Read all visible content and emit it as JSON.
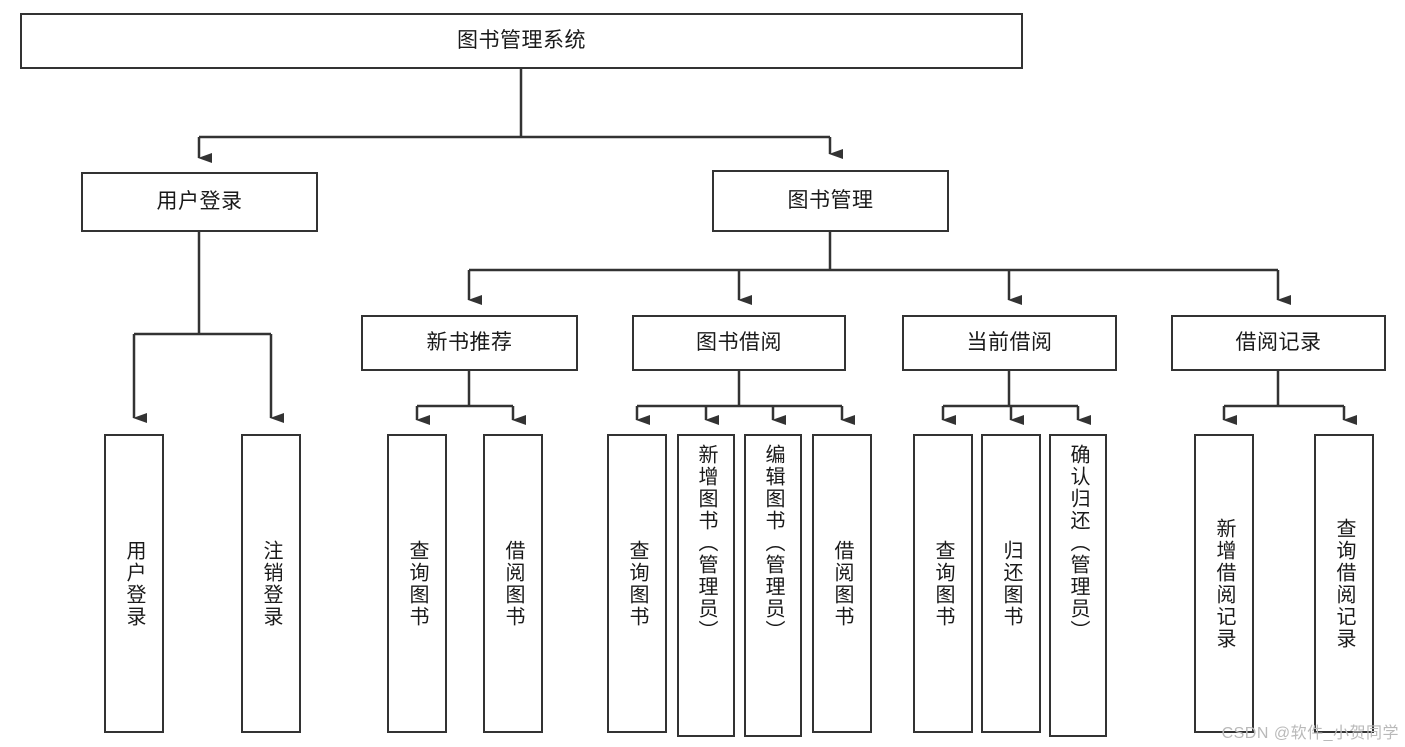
{
  "diagram": {
    "title": "图书管理系统",
    "type": "hierarchy-tree",
    "style": {
      "box_border_color": "#333333",
      "box_fill_color": "#ffffff",
      "connector_color": "#333333",
      "background_color": "#ffffff",
      "text_color": "#1a1a1a",
      "watermark_color": "#b9b9b9"
    },
    "levels": {
      "level0": [
        {
          "id": "root",
          "label": "图书管理系统",
          "orientation": "horizontal"
        }
      ],
      "level1": [
        {
          "id": "user-login",
          "label": "用户登录",
          "orientation": "horizontal"
        },
        {
          "id": "book-manage",
          "label": "图书管理",
          "orientation": "horizontal"
        }
      ],
      "level2": [
        {
          "id": "new-book-rec",
          "label": "新书推荐",
          "orientation": "horizontal"
        },
        {
          "id": "book-borrow",
          "label": "图书借阅",
          "orientation": "horizontal"
        },
        {
          "id": "current-borrow",
          "label": "当前借阅",
          "orientation": "horizontal"
        },
        {
          "id": "borrow-record",
          "label": "借阅记录",
          "orientation": "horizontal"
        }
      ],
      "level3": [
        {
          "id": "leaf-user-login",
          "label": "用户登录",
          "parent": "user-login",
          "orientation": "vertical"
        },
        {
          "id": "leaf-logout-login",
          "label": "注销登录",
          "parent": "user-login",
          "orientation": "vertical"
        },
        {
          "id": "leaf-query-book-1",
          "label": "查询图书",
          "parent": "new-book-rec",
          "orientation": "vertical"
        },
        {
          "id": "leaf-borrow-book-1",
          "label": "借阅图书",
          "parent": "new-book-rec",
          "orientation": "vertical"
        },
        {
          "id": "leaf-query-book-2",
          "label": "查询图书",
          "parent": "book-borrow",
          "orientation": "vertical"
        },
        {
          "id": "leaf-add-book",
          "label": "新增图书（管理员）",
          "parent": "book-borrow",
          "orientation": "vertical"
        },
        {
          "id": "leaf-edit-book",
          "label": "编辑图书（管理员）",
          "parent": "book-borrow",
          "orientation": "vertical"
        },
        {
          "id": "leaf-borrow-book-2",
          "label": "借阅图书",
          "parent": "book-borrow",
          "orientation": "vertical"
        },
        {
          "id": "leaf-query-book-3",
          "label": "查询图书",
          "parent": "current-borrow",
          "orientation": "vertical"
        },
        {
          "id": "leaf-return-book",
          "label": "归还图书",
          "parent": "current-borrow",
          "orientation": "vertical"
        },
        {
          "id": "leaf-confirm-return",
          "label": "确认归还（管理员）",
          "parent": "current-borrow",
          "orientation": "vertical"
        },
        {
          "id": "leaf-add-record",
          "label": "新增借阅记录",
          "parent": "borrow-record",
          "orientation": "vertical"
        },
        {
          "id": "leaf-query-record",
          "label": "查询借阅记录",
          "parent": "borrow-record",
          "orientation": "vertical"
        }
      ]
    },
    "watermark": "CSDN @软件_小贺同学"
  }
}
